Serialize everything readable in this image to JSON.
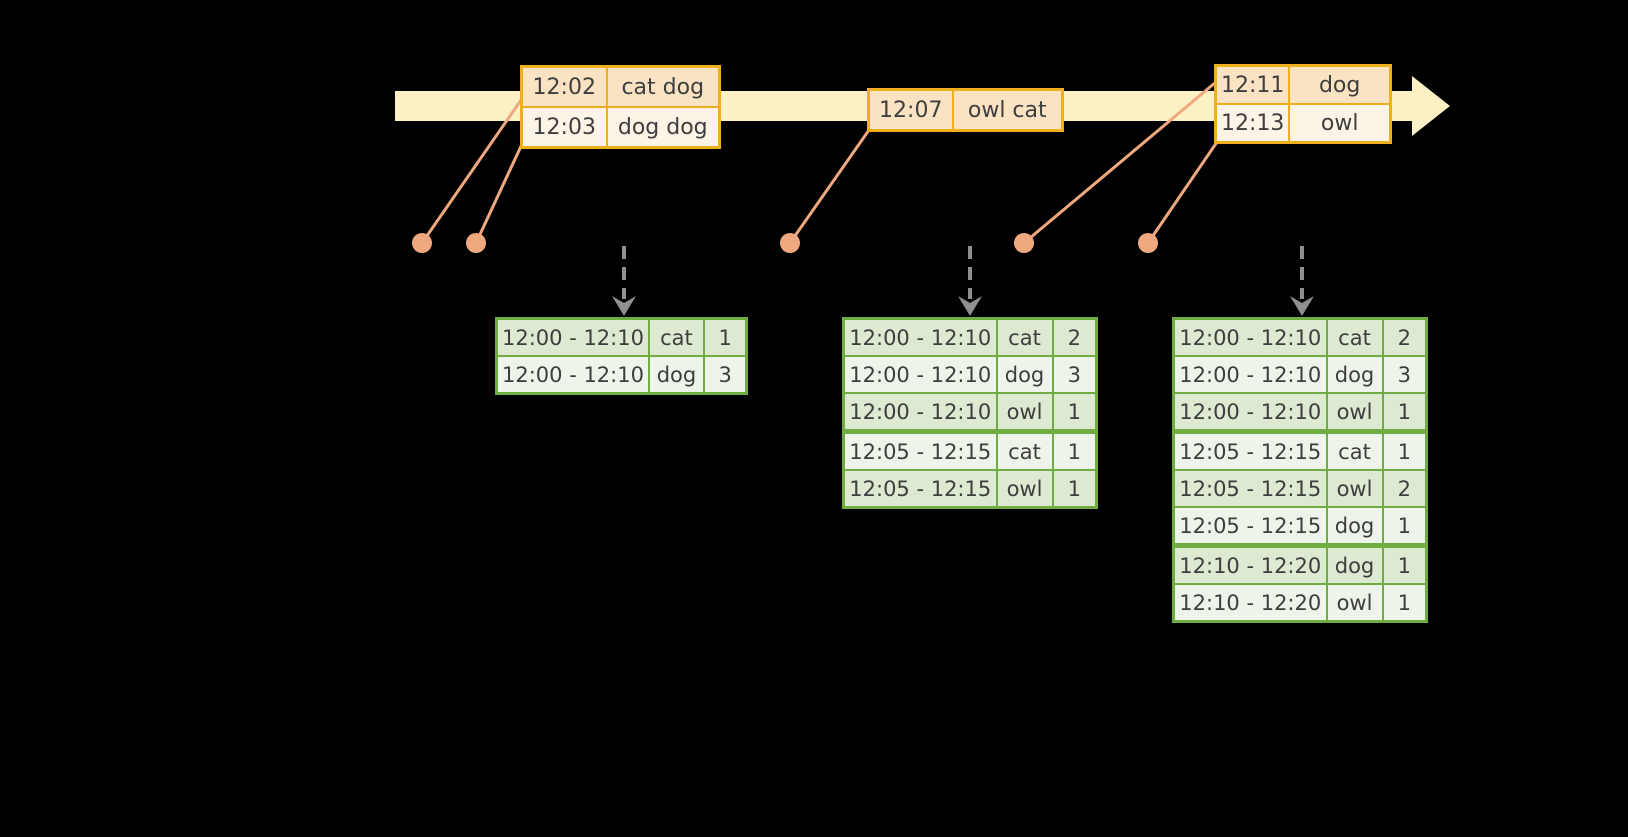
{
  "colors": {
    "accent_gold": "#F0B01E",
    "peach_dark": "#FAE3C3",
    "peach_light": "#FDF4E8",
    "band_yellow": "#FCF0C5",
    "salmon": "#F0A87E",
    "green_border": "#6FAC41",
    "green_dark": "#DDE9D1",
    "green_light": "#EFF4EA",
    "arrow_gray": "#8F8F8F",
    "text": "#3E3E3E"
  },
  "timeline": {
    "events": [
      {
        "rows": [
          [
            "12:02",
            "cat dog"
          ],
          [
            "12:03",
            "dog dog"
          ]
        ]
      },
      {
        "rows": [
          [
            "12:07",
            "owl cat"
          ]
        ]
      },
      {
        "rows": [
          [
            "12:11",
            "dog"
          ],
          [
            "12:13",
            "owl"
          ]
        ]
      }
    ]
  },
  "results": {
    "tables": [
      {
        "rows": [
          [
            "12:00 - 12:10",
            "cat",
            "1"
          ],
          [
            "12:00 - 12:10",
            "dog",
            "3"
          ]
        ],
        "group_starts": []
      },
      {
        "rows": [
          [
            "12:00 - 12:10",
            "cat",
            "2"
          ],
          [
            "12:00 - 12:10",
            "dog",
            "3"
          ],
          [
            "12:00 - 12:10",
            "owl",
            "1"
          ],
          [
            "12:05 - 12:15",
            "cat",
            "1"
          ],
          [
            "12:05 - 12:15",
            "owl",
            "1"
          ]
        ],
        "group_starts": [
          3
        ]
      },
      {
        "rows": [
          [
            "12:00 - 12:10",
            "cat",
            "2"
          ],
          [
            "12:00 - 12:10",
            "dog",
            "3"
          ],
          [
            "12:00 - 12:10",
            "owl",
            "1"
          ],
          [
            "12:05 - 12:15",
            "cat",
            "1"
          ],
          [
            "12:05 - 12:15",
            "owl",
            "2"
          ],
          [
            "12:05 - 12:15",
            "dog",
            "1"
          ],
          [
            "12:10 - 12:20",
            "dog",
            "1"
          ],
          [
            "12:10 - 12:20",
            "owl",
            "1"
          ]
        ],
        "group_starts": [
          3,
          6
        ]
      }
    ]
  }
}
